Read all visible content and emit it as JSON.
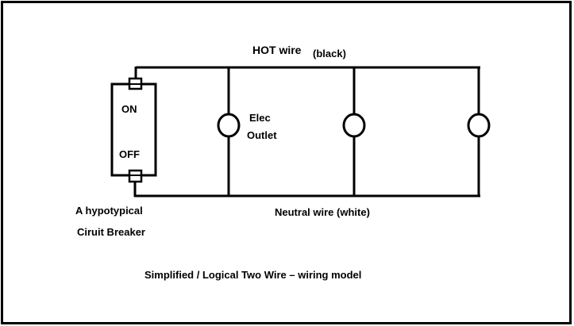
{
  "diagram": {
    "title": "Simplified / Logical Two Wire – wiring model",
    "hot_wire": {
      "label": "HOT wire",
      "color_note": "(black)"
    },
    "neutral_wire": {
      "label": "Neutral wire (white)"
    },
    "breaker": {
      "on_label": "ON",
      "off_label": "OFF",
      "caption_line1": "A hypotypical",
      "caption_line2": "Ciruit Breaker"
    },
    "outlets": [
      {
        "label_line1": "Elec",
        "label_line2": "Outlet"
      },
      {
        "label_line1": "",
        "label_line2": ""
      },
      {
        "label_line1": "",
        "label_line2": ""
      }
    ],
    "colors": {
      "line": "#000000",
      "background": "#ffffff"
    }
  }
}
